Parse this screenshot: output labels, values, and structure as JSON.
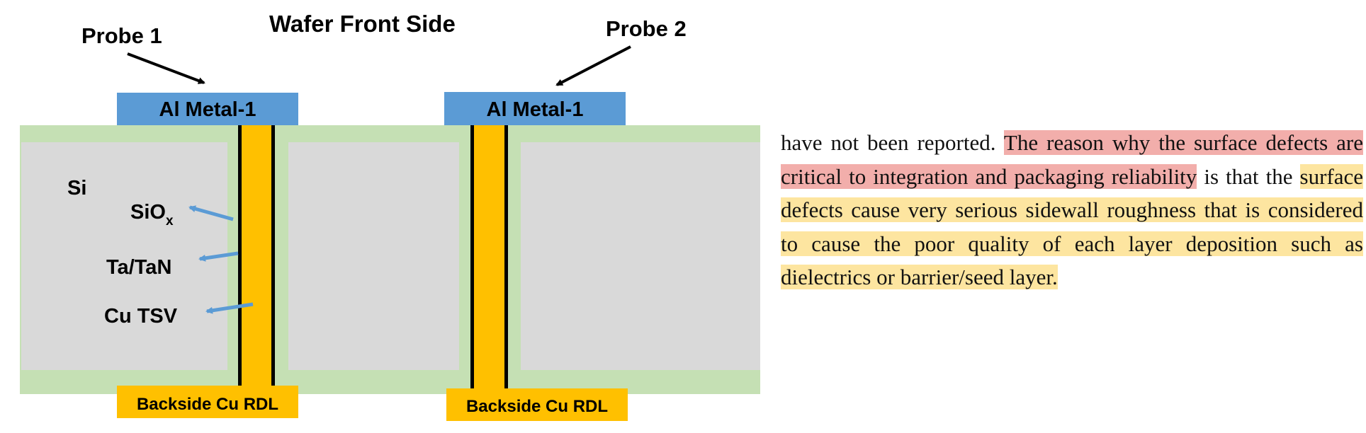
{
  "diagram": {
    "title": "Wafer Front Side",
    "probe1": "Probe 1",
    "probe2": "Probe 2",
    "metal_left": "Al Metal-1",
    "metal_right": "Al Metal-1",
    "backside_left": "Backside Cu RDL",
    "backside_right": "Backside Cu RDL",
    "si_label": "Si",
    "siox_label": "SiO",
    "siox_sub": "x",
    "tatan_label": "Ta/TaN",
    "cutsv_label": "Cu TSV",
    "colors": {
      "oxide": "#c5e0b4",
      "silicon": "#d9d9d9",
      "metal": "#5b9bd5",
      "copper": "#ffc000",
      "liner": "#000000",
      "callout_arrow": "#5b9bd5"
    }
  },
  "text": {
    "plain_start": "have not been reported. ",
    "highlight_red": "The reason why the surface defects are critical to integration and packaging reliability",
    "plain_mid": " is that the ",
    "highlight_yellow": "surface defects cause very serious sidewall roughness that is considered to cause the poor quality of each layer deposition such as dielectrics or barrier/seed layer."
  }
}
